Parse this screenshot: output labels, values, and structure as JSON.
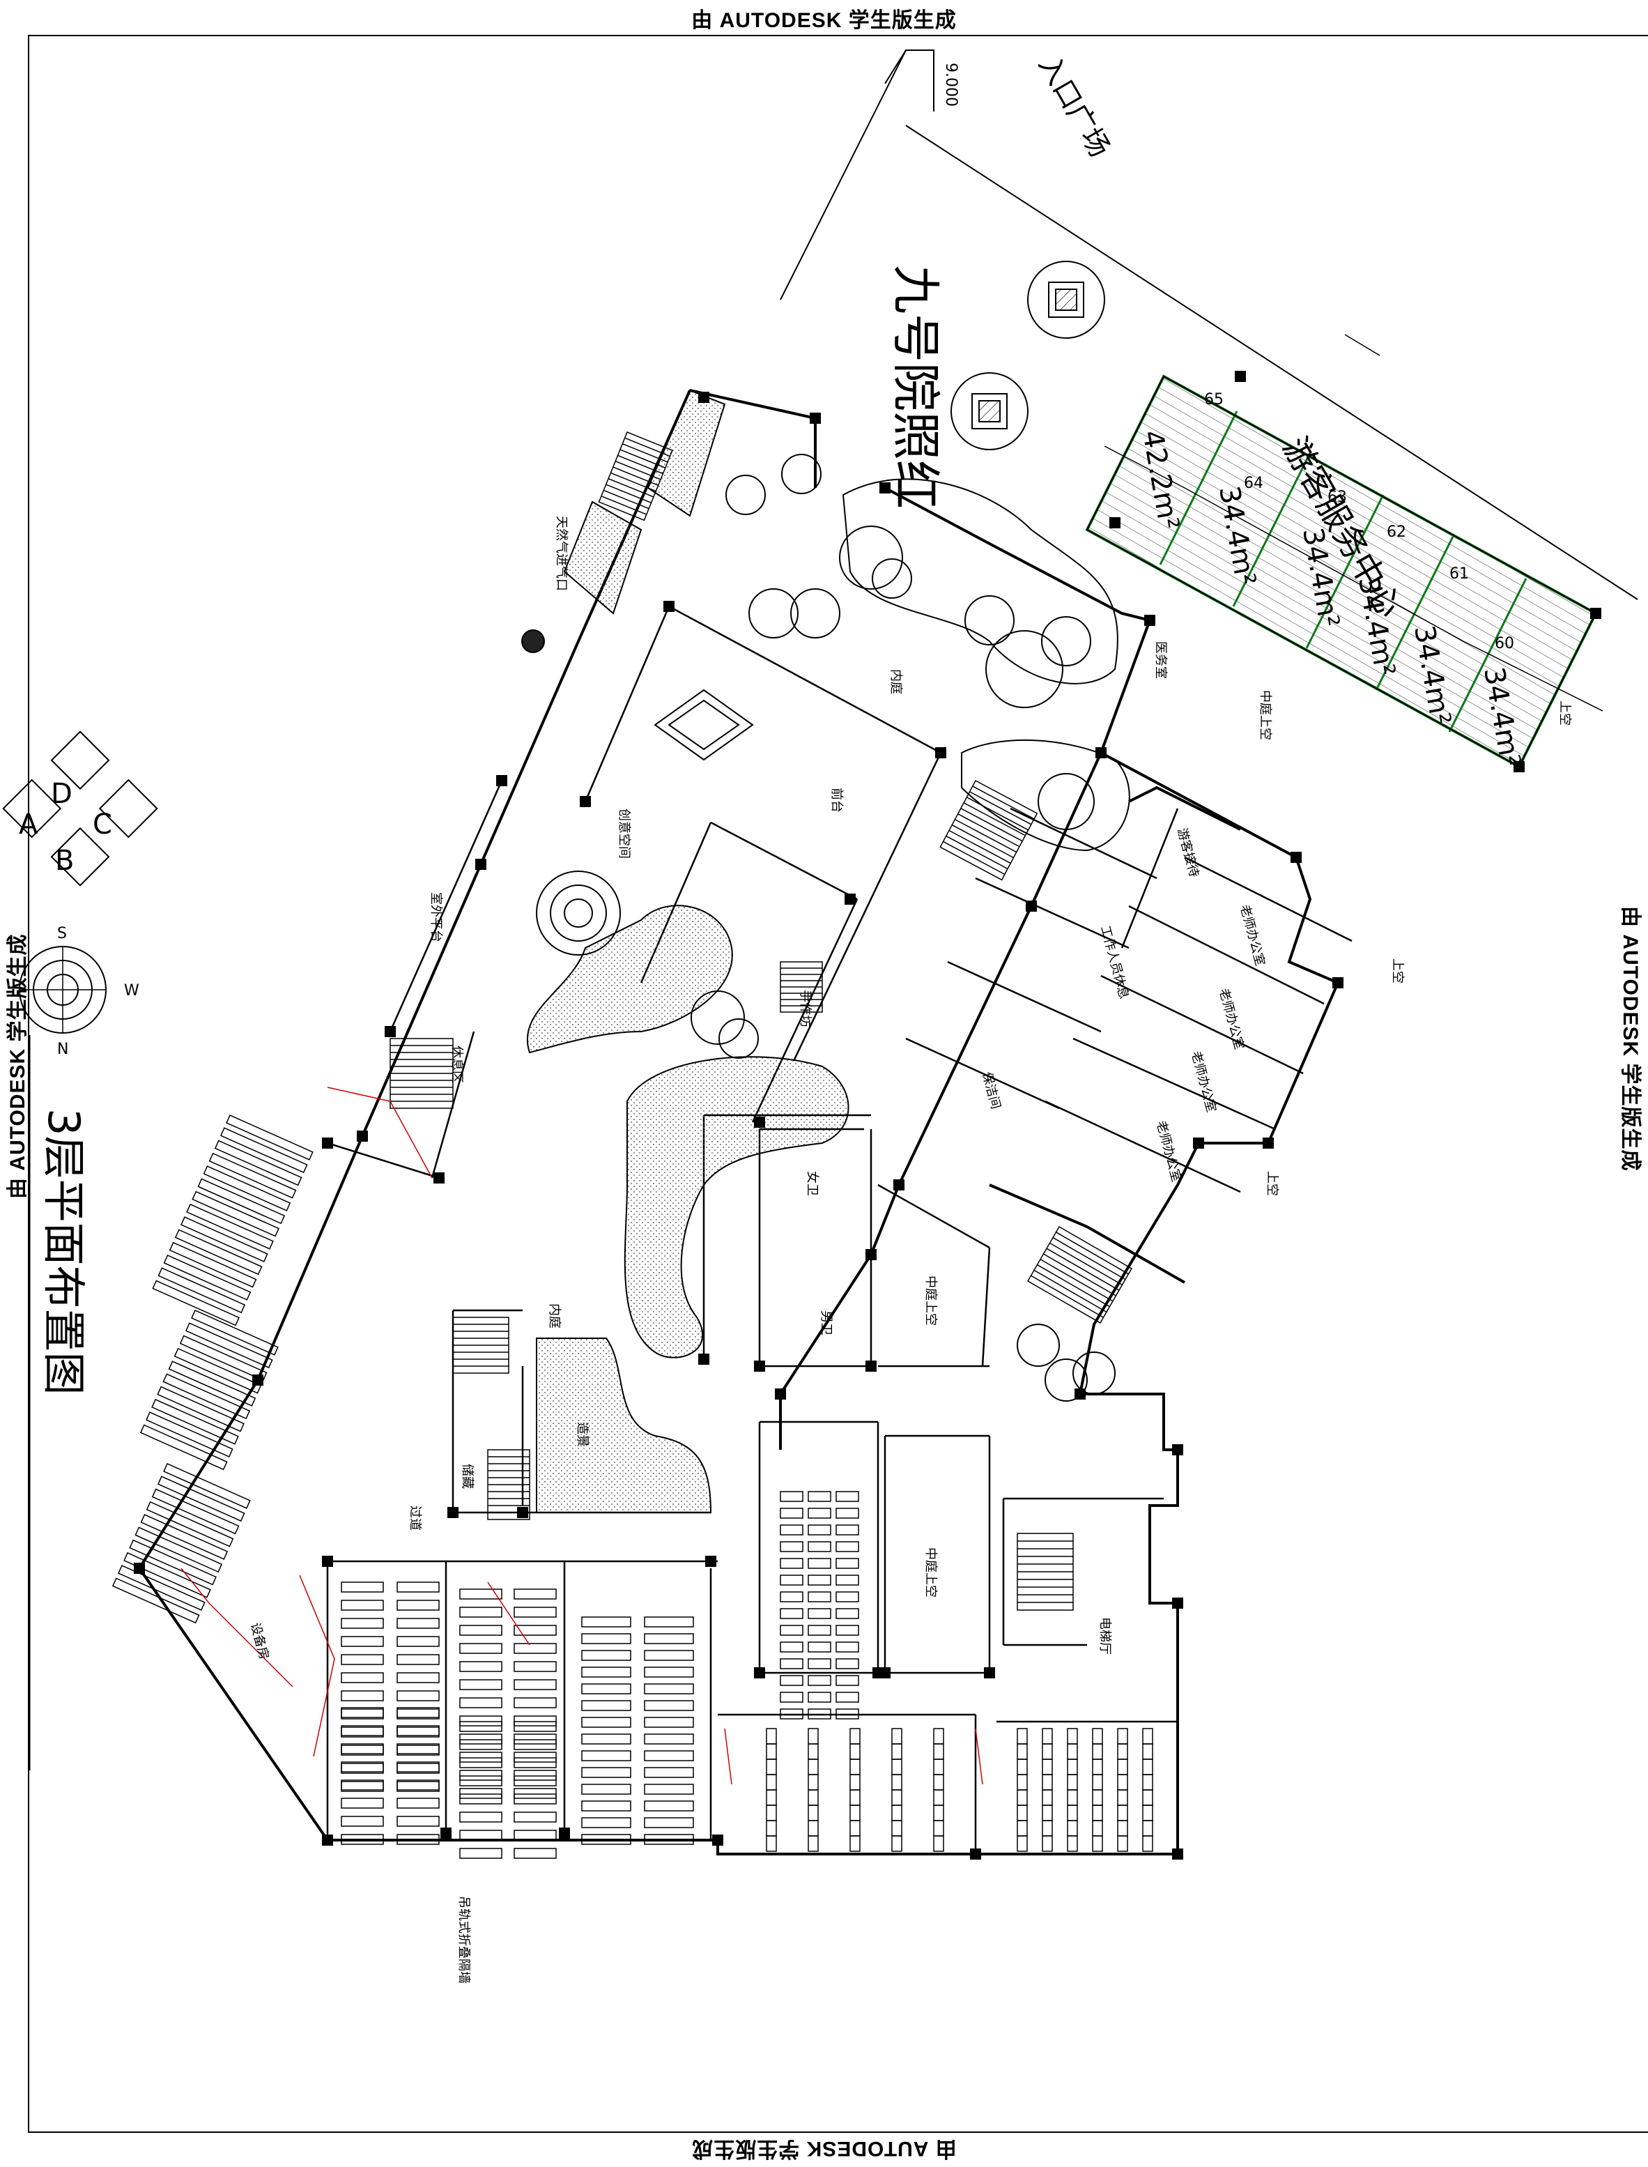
{
  "watermark": "由 AUTODESK 学生版生成",
  "drawing_title": "3层平面布置图",
  "signage": {
    "wall_name": "九号院照红",
    "plaza": "入口广场",
    "elevation": "9.000",
    "service_center": "游客服务中心"
  },
  "areas": [
    "42.2m²",
    "34.4m²",
    "34.4m²",
    "34.4m²",
    "34.4m²",
    "34.4m²"
  ],
  "unit_numbers": [
    "65",
    "64",
    "63",
    "62",
    "61",
    "60"
  ],
  "rooms": {
    "inner_court_1": "内庭",
    "inner_court_2": "内庭",
    "medical": "医务室",
    "atrium_void_1": "中庭上空",
    "atrium_void_2": "中庭上空",
    "atrium_void_3": "中庭上空",
    "front_desk": "前台",
    "creative_space": "创意空间",
    "outdoor_platform": "室外平台",
    "rest_area": "休息区",
    "handcraft": "手作坊",
    "reception": "游客接待",
    "teacher_office_1": "老师办公室",
    "teacher_office_2": "老师办公室",
    "teacher_office_3": "老师办公室",
    "teacher_office_4": "老师办公室",
    "cleaning": "保洁间",
    "staff_rest": "工作人员休息",
    "equipment": "设备房",
    "elevator_hall": "电梯厅",
    "mens_wc": "男卫",
    "womens_wc": "女卫",
    "corridor": "过道",
    "storage": "储藏",
    "gas_inlet": "天然气进气口",
    "landscape": "造景",
    "folding_partition": "吊轨式折叠隔墙",
    "balcony_1": "上空",
    "balcony_2": "上空",
    "balcony_3": "上空"
  },
  "compass_letters": [
    "D",
    "C",
    "A",
    "B"
  ],
  "north_labels": [
    "S",
    "W",
    "N"
  ]
}
